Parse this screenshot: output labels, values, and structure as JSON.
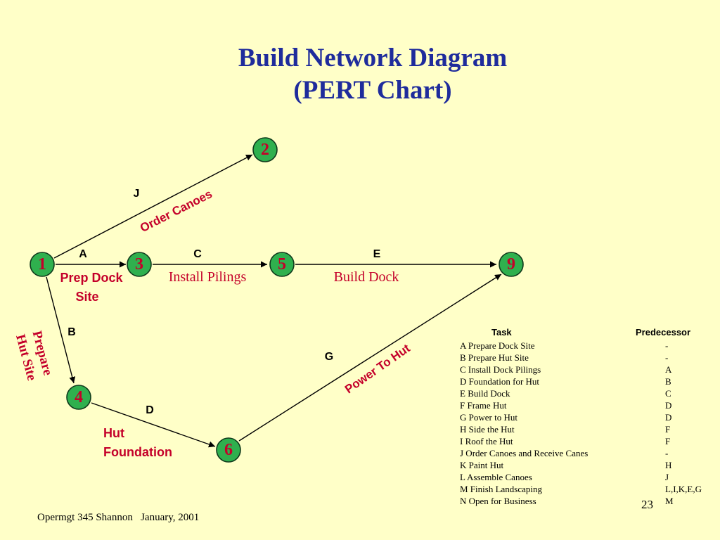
{
  "title": {
    "line1": "Build Network Diagram",
    "line2": "(PERT Chart)"
  },
  "nodes": [
    {
      "id": "1",
      "label": "1"
    },
    {
      "id": "2",
      "label": "2"
    },
    {
      "id": "3",
      "label": "3"
    },
    {
      "id": "4",
      "label": "4"
    },
    {
      "id": "5",
      "label": "5"
    },
    {
      "id": "6",
      "label": "6"
    },
    {
      "id": "9",
      "label": "9"
    }
  ],
  "activities": [
    {
      "letter": "A",
      "from": "1",
      "to": "3",
      "label_lines": [
        "Prep Dock",
        "Site"
      ]
    },
    {
      "letter": "C",
      "from": "3",
      "to": "5",
      "label_lines": [
        "Install Pilings"
      ]
    },
    {
      "letter": "E",
      "from": "5",
      "to": "9",
      "label_lines": [
        "Build Dock"
      ]
    },
    {
      "letter": "J",
      "from": "1",
      "to": "2",
      "label_lines": [
        "Order Canoes"
      ]
    },
    {
      "letter": "B",
      "from": "1",
      "to": "4",
      "label_lines": [
        "Prepare",
        "Hut Site"
      ]
    },
    {
      "letter": "D",
      "from": "4",
      "to": "6",
      "label_lines": [
        "Hut",
        "Foundation"
      ]
    },
    {
      "letter": "G",
      "from": "6",
      "to": "9",
      "label_lines": [
        "Power To Hut"
      ]
    }
  ],
  "table": {
    "task_header": "Task",
    "pred_header": "Predecessor",
    "rows": [
      {
        "task": "A    Prepare Dock Site",
        "pred": "-"
      },
      {
        "task": "B    Prepare Hut Site",
        "pred": "-"
      },
      {
        "task": "C   Install Dock Pilings",
        "pred": "A"
      },
      {
        "task": "D  Foundation for Hut",
        "pred": "B"
      },
      {
        "task": "E   Build Dock",
        "pred": "C"
      },
      {
        "task": "F   Frame Hut",
        "pred": "D"
      },
      {
        "task": "G   Power to Hut",
        "pred": "D"
      },
      {
        "task": "H  Side the Hut",
        "pred": "F"
      },
      {
        "task": "I    Roof the Hut",
        "pred": "F"
      },
      {
        "task": "J   Order Canoes and Receive Canes",
        "pred": "-"
      },
      {
        "task": "K   Paint Hut",
        "pred": "H"
      },
      {
        "task": "L   Assemble Canoes",
        "pred": "J"
      },
      {
        "task": "M  Finish Landscaping",
        "pred": "L,I,K,E,G"
      },
      {
        "task": "N   Open for Business",
        "pred": "M"
      }
    ]
  },
  "footer": "Opermgt 345 Shannon   January, 2001",
  "page_number": "23"
}
